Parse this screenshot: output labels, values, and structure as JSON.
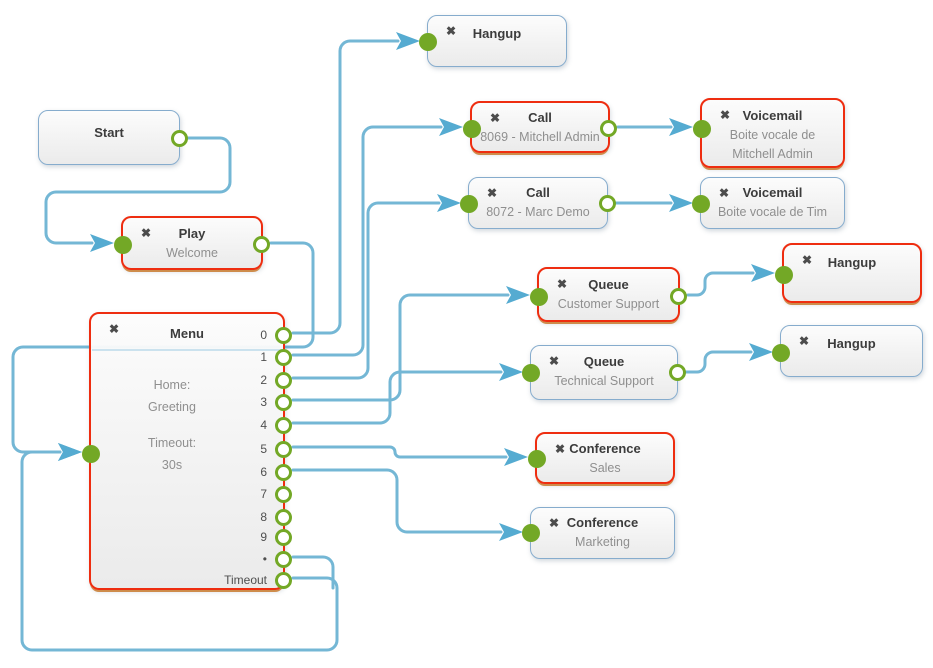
{
  "icons": {
    "delete": "✖"
  },
  "colors": {
    "wire": "#74b7d5",
    "arrow": "#55abd1",
    "port_green": "#73a826",
    "selection_red": "#ee2d10",
    "node_border": "#86accd",
    "selected_bottom_accent": "#c97b2f"
  },
  "nodes": {
    "start": {
      "title": "Start"
    },
    "play": {
      "title": "Play",
      "subtitle": "Welcome",
      "selected": true
    },
    "menu": {
      "title": "Menu",
      "selected": true,
      "home_label": "Home:",
      "home_value": "Greeting",
      "timeout_label": "Timeout:",
      "timeout_value": "30s",
      "ports": [
        "0",
        "1",
        "2",
        "3",
        "4",
        "5",
        "6",
        "7",
        "8",
        "9",
        "•",
        "Timeout"
      ]
    },
    "hangup_top": {
      "title": "Hangup"
    },
    "call_mitchell": {
      "title": "Call",
      "subtitle": "8069 - Mitchell Admin",
      "selected": true
    },
    "voicemail_mitchell": {
      "title": "Voicemail",
      "subtitle": "Boite vocale de Mitchell Admin",
      "selected": true
    },
    "call_marc": {
      "title": "Call",
      "subtitle": "8072 - Marc Demo"
    },
    "voicemail_tim": {
      "title": "Voicemail",
      "subtitle": "Boite vocale de Tim"
    },
    "queue_customer": {
      "title": "Queue",
      "subtitle": "Customer Support",
      "selected": true
    },
    "hangup_queue_1": {
      "title": "Hangup",
      "selected": true
    },
    "queue_technical": {
      "title": "Queue",
      "subtitle": "Technical Support"
    },
    "hangup_queue_2": {
      "title": "Hangup"
    },
    "conference_sales": {
      "title": "Conference",
      "subtitle": "Sales",
      "selected": true
    },
    "conference_marketing": {
      "title": "Conference",
      "subtitle": "Marketing"
    }
  },
  "edges": [
    {
      "from": "start",
      "to": "play"
    },
    {
      "from": "play",
      "to": "menu"
    },
    {
      "from": "menu:0",
      "to": "hangup_top"
    },
    {
      "from": "menu:1",
      "to": "call_mitchell"
    },
    {
      "from": "menu:2",
      "to": "call_marc"
    },
    {
      "from": "menu:3",
      "to": "queue_customer"
    },
    {
      "from": "menu:4",
      "to": "queue_technical"
    },
    {
      "from": "menu:5",
      "to": "conference_sales"
    },
    {
      "from": "menu:6",
      "to": "conference_marketing"
    },
    {
      "from": "menu:star",
      "to": "menu"
    },
    {
      "from": "menu:timeout",
      "to": "menu"
    },
    {
      "from": "call_mitchell",
      "to": "voicemail_mitchell"
    },
    {
      "from": "call_marc",
      "to": "voicemail_tim"
    },
    {
      "from": "queue_customer",
      "to": "hangup_queue_1"
    },
    {
      "from": "queue_technical",
      "to": "hangup_queue_2"
    }
  ]
}
